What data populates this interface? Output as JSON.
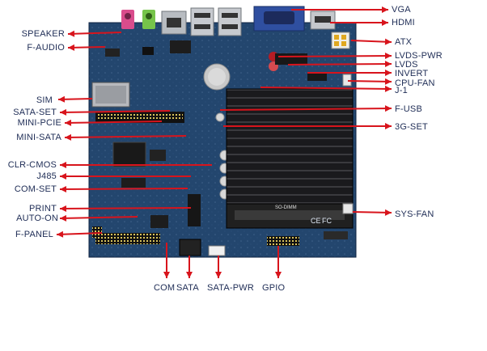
{
  "left_labels": [
    "SPEAKER",
    "F-AUDIO",
    "SIM",
    "SATA-SET",
    "MINI-PCIE",
    "MINI-SATA",
    "CLR-CMOS",
    "J485",
    "COM-SET",
    "PRINT",
    "AUTO-ON",
    "F-PANEL"
  ],
  "right_labels": [
    "VGA",
    "HDMI",
    "ATX",
    "LVDS-PWR",
    "LVDS",
    "INVERT",
    "CPU-FAN",
    "J-1",
    "F-USB",
    "3G-SET",
    "SYS-FAN"
  ],
  "bottom_labels": [
    "COM",
    "SATA",
    "SATA-PWR",
    "GPIO"
  ],
  "board_text": [
    "SO-DIMM",
    "FC",
    "CE"
  ],
  "colors": {
    "arrow": "#d8141c",
    "label": "#1e2c55",
    "pcb": "#23466e",
    "heatsink": "#141416"
  }
}
